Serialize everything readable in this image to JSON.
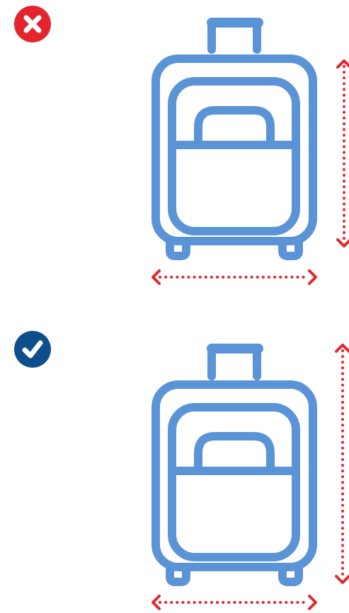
{
  "colors": {
    "luggage_stroke": "#5B94D6",
    "arrow": "#E3262E",
    "incorrect_badge": "#E3262E",
    "correct_badge": "#0E4E8D",
    "badge_glyph": "#FFFFFF",
    "background": "#FFFFFF"
  },
  "panels": [
    {
      "status": "incorrect",
      "status_icon": "cross-icon",
      "suitcase_icon": "suitcase-icon",
      "height_indicator": "dotted-double-arrow",
      "width_indicator": "dotted-double-arrow"
    },
    {
      "status": "correct",
      "status_icon": "check-icon",
      "suitcase_icon": "suitcase-icon",
      "height_indicator": "dotted-double-arrow",
      "width_indicator": "dotted-double-arrow"
    }
  ]
}
